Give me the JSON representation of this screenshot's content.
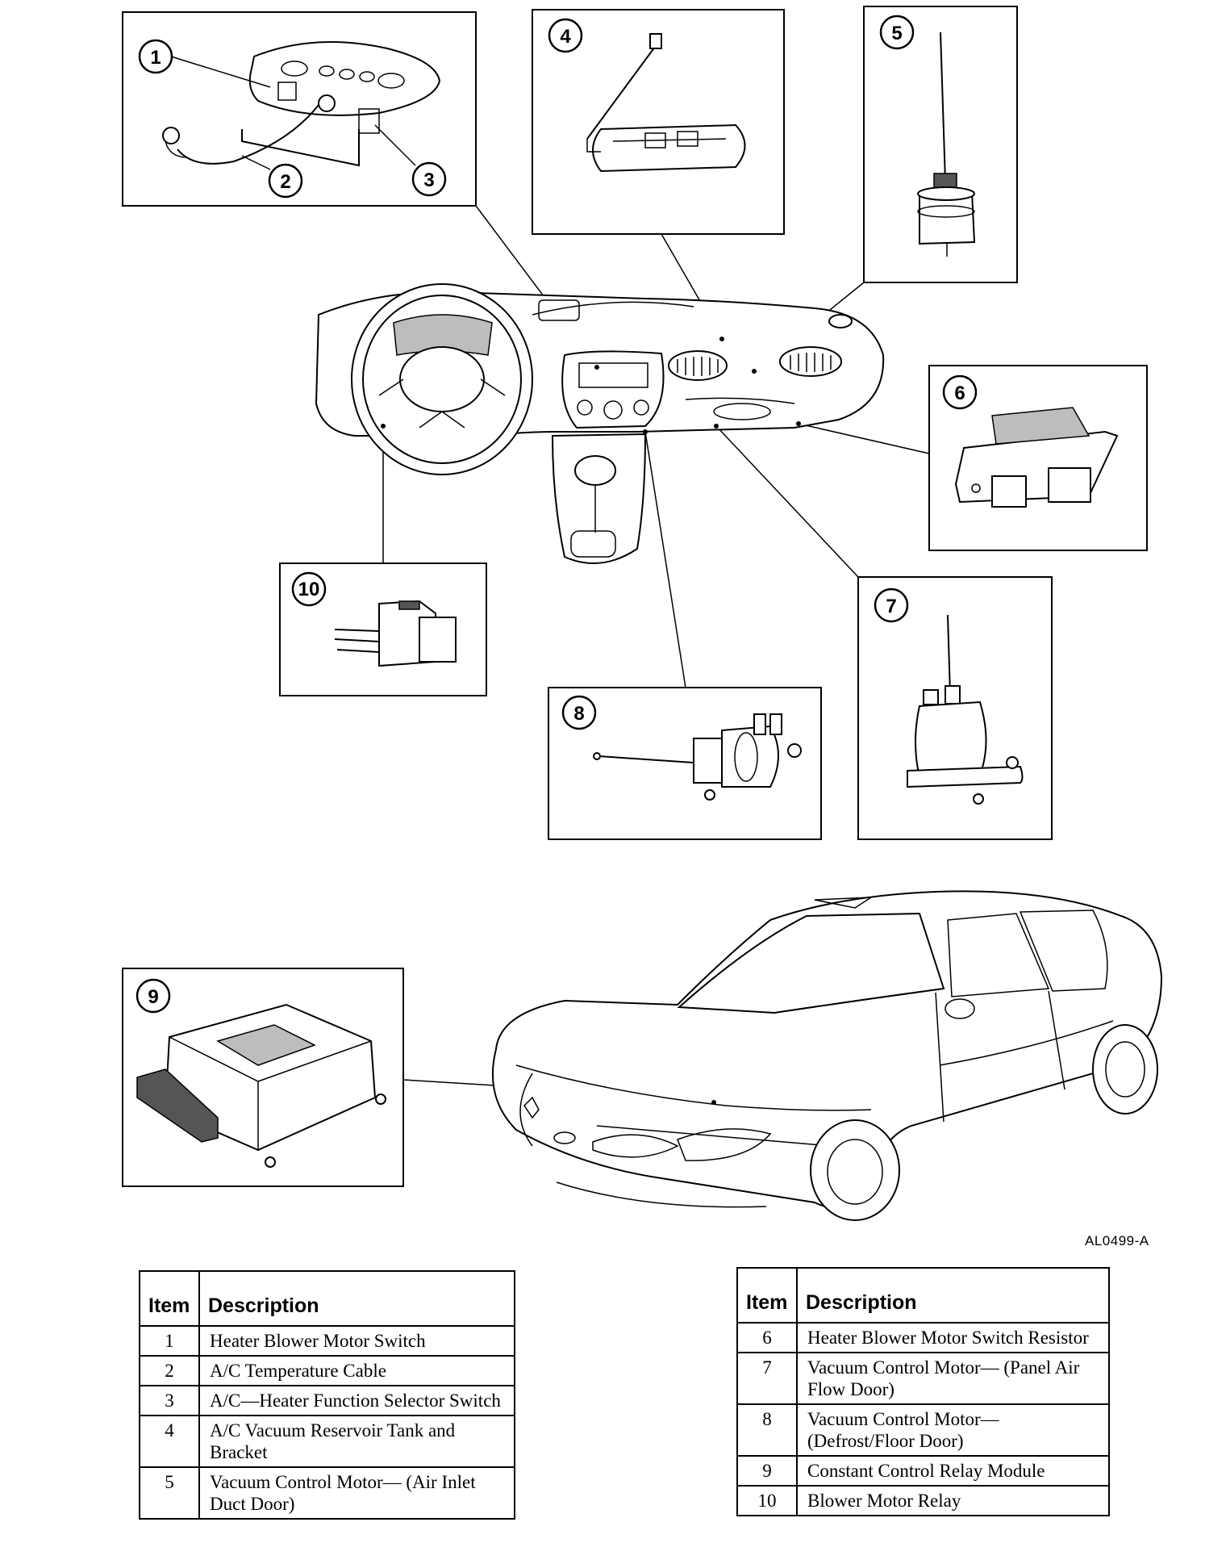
{
  "figure_code": "AL0499-A",
  "callouts": [
    "1",
    "2",
    "3",
    "4",
    "5",
    "6",
    "7",
    "8",
    "9",
    "10"
  ],
  "legend_left": {
    "header_item": "Item",
    "header_description": "Description",
    "rows": [
      {
        "item": "1",
        "description": "Heater Blower Motor Switch"
      },
      {
        "item": "2",
        "description": "A/C Temperature Cable"
      },
      {
        "item": "3",
        "description": "A/C—Heater Function Selector Switch"
      },
      {
        "item": "4",
        "description": "A/C Vacuum Reservoir Tank and Bracket"
      },
      {
        "item": "5",
        "description": "Vacuum Control Motor— (Air Inlet Duct Door)"
      }
    ]
  },
  "legend_right": {
    "header_item": "Item",
    "header_description": "Description",
    "rows": [
      {
        "item": "6",
        "description": "Heater Blower Motor Switch Resistor"
      },
      {
        "item": "7",
        "description": "Vacuum Control Motor— (Panel Air Flow Door)"
      },
      {
        "item": "8",
        "description": "Vacuum Control Motor— (Defrost/Floor Door)"
      },
      {
        "item": "9",
        "description": "Constant Control Relay Module"
      },
      {
        "item": "10",
        "description": "Blower Motor Relay"
      }
    ]
  }
}
